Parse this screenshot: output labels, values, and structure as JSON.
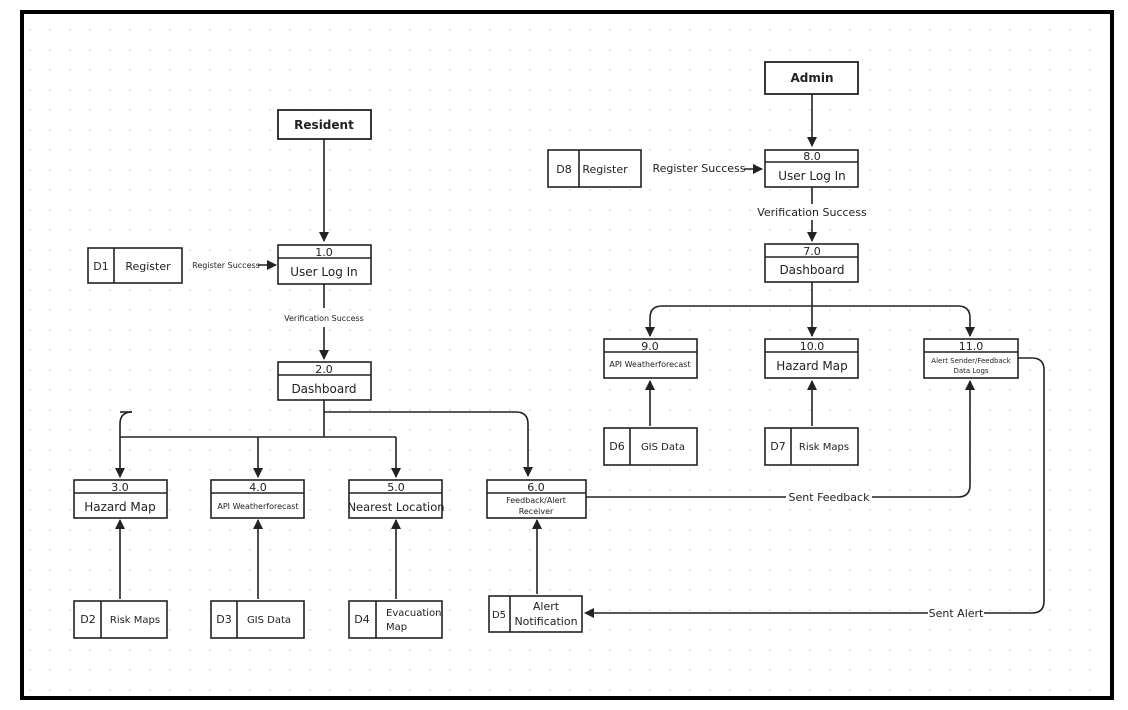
{
  "entities": {
    "resident": "Resident",
    "admin": "Admin"
  },
  "processes": {
    "p1": {
      "num": "1.0",
      "label": "User Log In"
    },
    "p2": {
      "num": "2.0",
      "label": "Dashboard"
    },
    "p3": {
      "num": "3.0",
      "label": "Hazard Map"
    },
    "p4": {
      "num": "4.0",
      "label": "API Weatherforecast"
    },
    "p5": {
      "num": "5.0",
      "label": "Nearest Location"
    },
    "p6": {
      "num": "6.0",
      "label1": "Feedback/Alert",
      "label2": "Receiver"
    },
    "p7": {
      "num": "7.0",
      "label": "Dashboard"
    },
    "p8": {
      "num": "8.0",
      "label": "User Log In"
    },
    "p9": {
      "num": "9.0",
      "label": "API Weatherforecast"
    },
    "p10": {
      "num": "10.0",
      "label": "Hazard Map"
    },
    "p11": {
      "num": "11.0",
      "label1": "Alert Sender/Feedback",
      "label2": "Data Logs"
    }
  },
  "stores": {
    "d1": {
      "id": "D1",
      "label": "Register"
    },
    "d2": {
      "id": "D2",
      "label": "Risk Maps"
    },
    "d3": {
      "id": "D3",
      "label": "GIS Data"
    },
    "d4": {
      "id": "D4",
      "label1": "Evacuation",
      "label2": "Map"
    },
    "d5": {
      "id": "D5",
      "label1": "Alert",
      "label2": "Notification"
    },
    "d6": {
      "id": "D6",
      "label": "GIS Data"
    },
    "d7": {
      "id": "D7",
      "label": "Risk Maps"
    },
    "d8": {
      "id": "D8",
      "label": "Register"
    }
  },
  "flows": {
    "register_success_left": "Register Success",
    "verification_success_left": "Verification Success",
    "register_success_right": "Register Success",
    "verification_success_right": "Verification Success",
    "sent_feedback": "Sent Feedback",
    "sent_alert": "Sent Alert"
  },
  "colors": {
    "background": "#ffffff",
    "stroke": "#222222",
    "grid_dot": "#d9d9d9"
  }
}
